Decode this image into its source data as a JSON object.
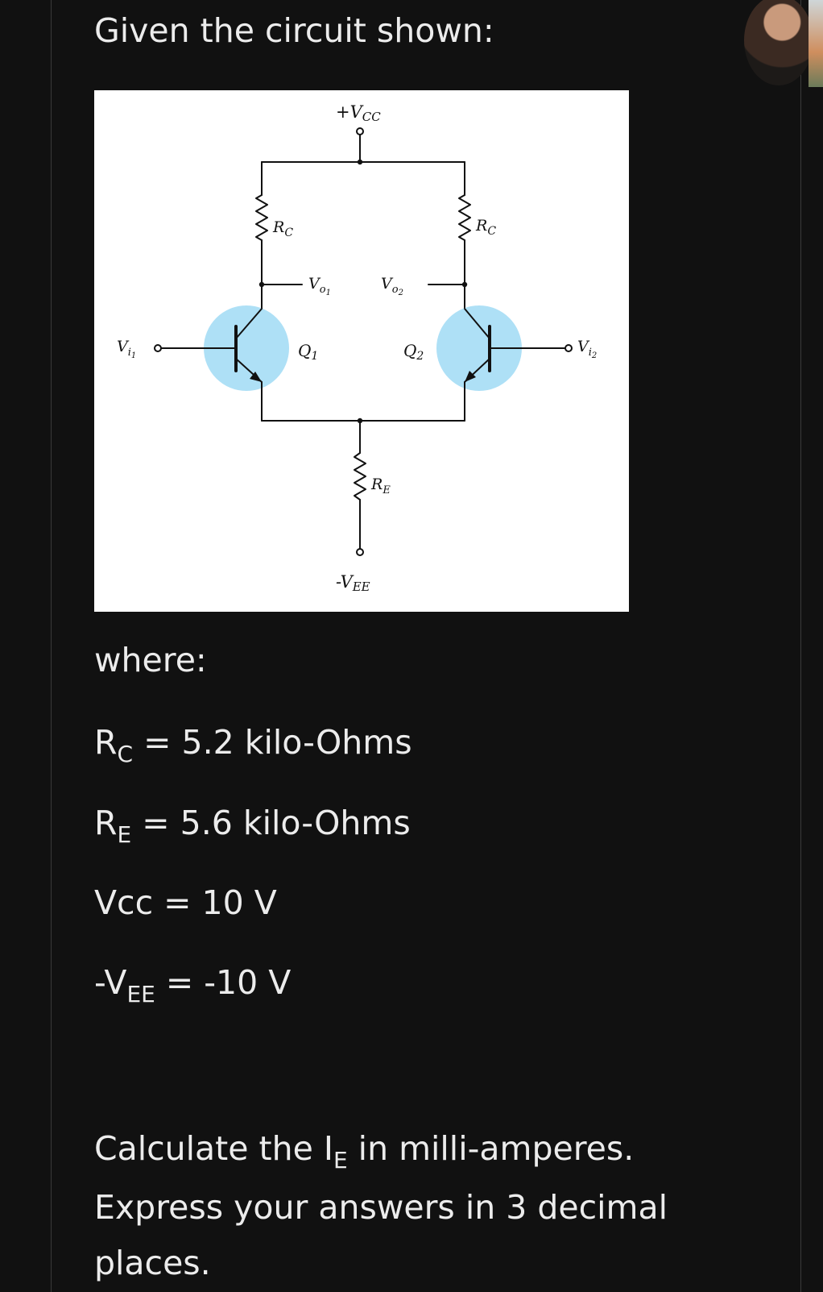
{
  "heading": "Given the circuit shown:",
  "figure": {
    "vcc_label": "+V",
    "vcc_sub": "CC",
    "vee_label": "-V",
    "vee_sub": "EE",
    "rc_left": "R",
    "rc_left_sub": "C",
    "rc_right": "R",
    "rc_right_sub": "C",
    "re_label": "R",
    "re_sub": "E",
    "vo1": "V",
    "vo1_sub": "o",
    "vo1_subsub": "1",
    "vo2": "V",
    "vo2_sub": "o",
    "vo2_subsub": "2",
    "vi1": "V",
    "vi1_sub": "i",
    "vi1_subsub": "1",
    "vi2": "V",
    "vi2_sub": "i",
    "vi2_subsub": "2",
    "q1": "Q",
    "q1_sub": "1",
    "q2": "Q",
    "q2_sub": "2",
    "transistor_highlight_color": "#aee0f6"
  },
  "where_label": "where:",
  "params": [
    {
      "name": "R",
      "sub": "C",
      "rest": " = 5.2 kilo-Ohms"
    },
    {
      "name": "R",
      "sub": "E",
      "rest": " = 5.6 kilo-Ohms"
    },
    {
      "name": "Vcc",
      "sub": "",
      "rest": " = 10 V"
    },
    {
      "name": "-V",
      "sub": "EE",
      "rest": " = -10 V"
    }
  ],
  "question": {
    "part1": "Calculate the I",
    "sub": "E",
    "part2": " in milli-amperes. Express your answers in 3 decimal places."
  }
}
